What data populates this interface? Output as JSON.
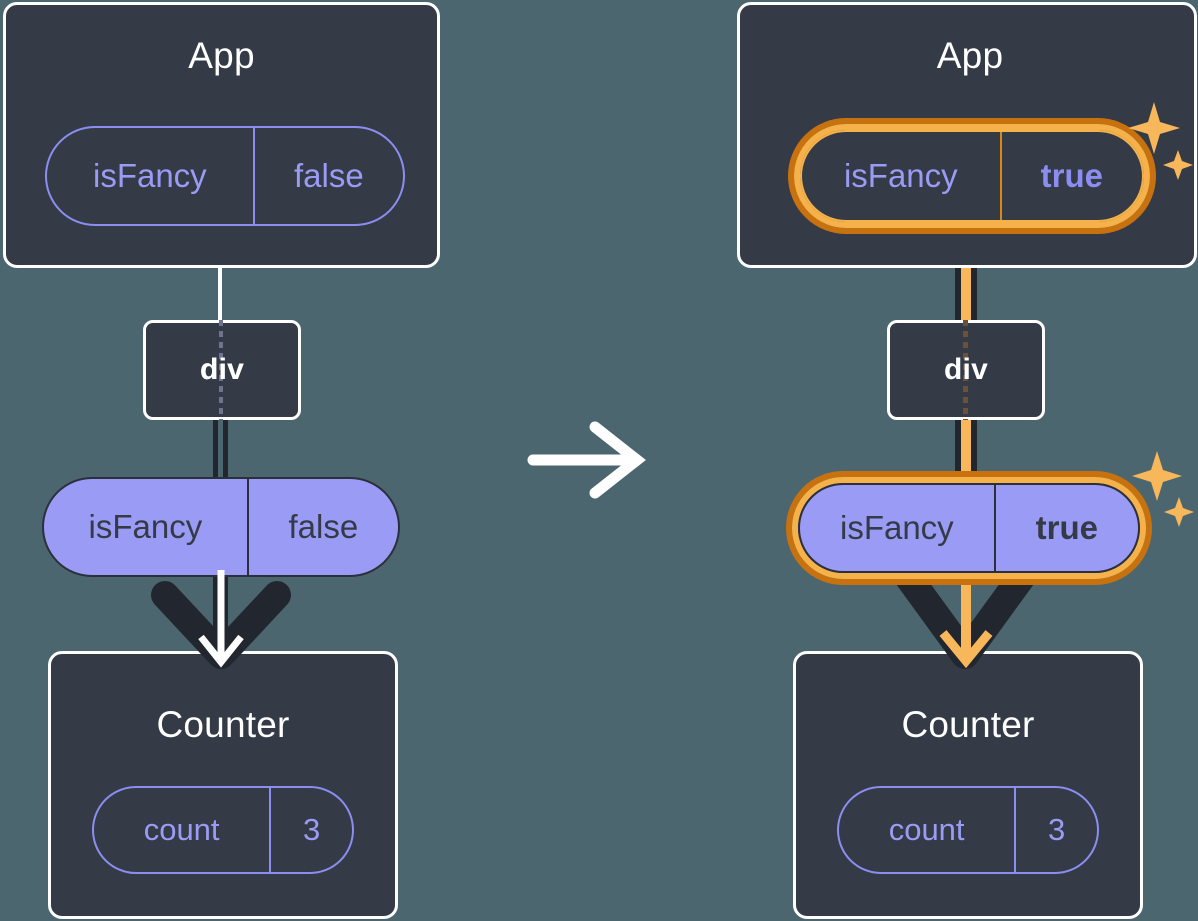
{
  "meta": {
    "background_color": "#4c6670",
    "box_fill": "#343a46",
    "box_border": "#ffffff",
    "pill_purple_fill": "#9a9bf5",
    "pill_purple_stroke": "#8b8ef0",
    "highlight_outer": "#c8720f",
    "highlight_inner": "#f6b24a",
    "wire_dark": "#22262f",
    "wire_orange": "#f8b75a",
    "text_dark": "#343a46"
  },
  "transition": {
    "arrow_icon": "arrow-right-icon",
    "arrow_color": "#ffffff"
  },
  "panels": [
    {
      "id": "before",
      "app": {
        "title": "App",
        "state_pill": {
          "key": "isFancy",
          "value": "false",
          "style": "outline",
          "highlighted": false,
          "value_bold": false
        }
      },
      "div_node": {
        "label": "div"
      },
      "prop_pill": {
        "key": "isFancy",
        "value": "false",
        "style": "filled",
        "highlighted": false,
        "value_bold": false
      },
      "counter": {
        "title": "Counter",
        "state_pill": {
          "key": "count",
          "value": "3",
          "style": "outline",
          "highlighted": false,
          "value_bold": false
        }
      },
      "arrow": {
        "icon": "arrow-down-icon",
        "outer_color": "#22262f",
        "inner_color": "#ffffff"
      },
      "sparkles": []
    },
    {
      "id": "after",
      "app": {
        "title": "App",
        "state_pill": {
          "key": "isFancy",
          "value": "true",
          "style": "outline",
          "highlighted": true,
          "value_bold": true
        }
      },
      "div_node": {
        "label": "div"
      },
      "prop_pill": {
        "key": "isFancy",
        "value": "true",
        "style": "filled",
        "highlighted": true,
        "value_bold": true
      },
      "counter": {
        "title": "Counter",
        "state_pill": {
          "key": "count",
          "value": "3",
          "style": "outline",
          "highlighted": false,
          "value_bold": false
        }
      },
      "arrow": {
        "icon": "arrow-down-icon",
        "outer_color": "#22262f",
        "inner_color": "#f8b75a"
      },
      "sparkles": [
        {
          "name": "sparkle-icon-app",
          "color": "#f8b75a"
        },
        {
          "name": "sparkle-icon-prop",
          "color": "#f8b75a"
        }
      ]
    }
  ]
}
